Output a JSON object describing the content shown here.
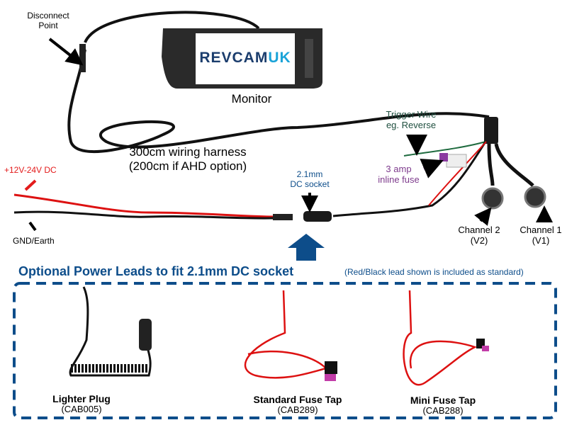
{
  "labels": {
    "disconnect": "Disconnect\nPoint",
    "disconnect_1": "Disconnect",
    "disconnect_2": "Point",
    "monitor": "Monitor",
    "brand_a": "REVCAM",
    "brand_b": "UK",
    "harness_1": "300cm wiring harness",
    "harness_2": "(200cm if AHD option)",
    "power": "+12V-24V DC",
    "ground": "GND/Earth",
    "dc_1": "2.1mm",
    "dc_2": "DC socket",
    "trigger_1": "Trigger Wire",
    "trigger_2": "eg. Reverse",
    "fuse_1": "3 amp",
    "fuse_2": "inline fuse",
    "ch2_1": "Channel 2",
    "ch2_2": "(V2)",
    "ch1_1": "Channel 1",
    "ch1_2": "(V1)"
  },
  "optional": {
    "heading": "Optional Power Leads to fit 2.1mm DC socket",
    "note": "(Red/Black lead shown is included as standard)",
    "items": [
      {
        "name": "Lighter Plug",
        "code": "(CAB005)"
      },
      {
        "name": "Standard Fuse Tap",
        "code": "(CAB289)"
      },
      {
        "name": "Mini Fuse Tap",
        "code": "(CAB288)"
      }
    ]
  },
  "colors": {
    "blue": "#0d4d8a",
    "red": "#e31b1b",
    "green": "#1f4f3f",
    "purple": "#7d3a8c"
  }
}
